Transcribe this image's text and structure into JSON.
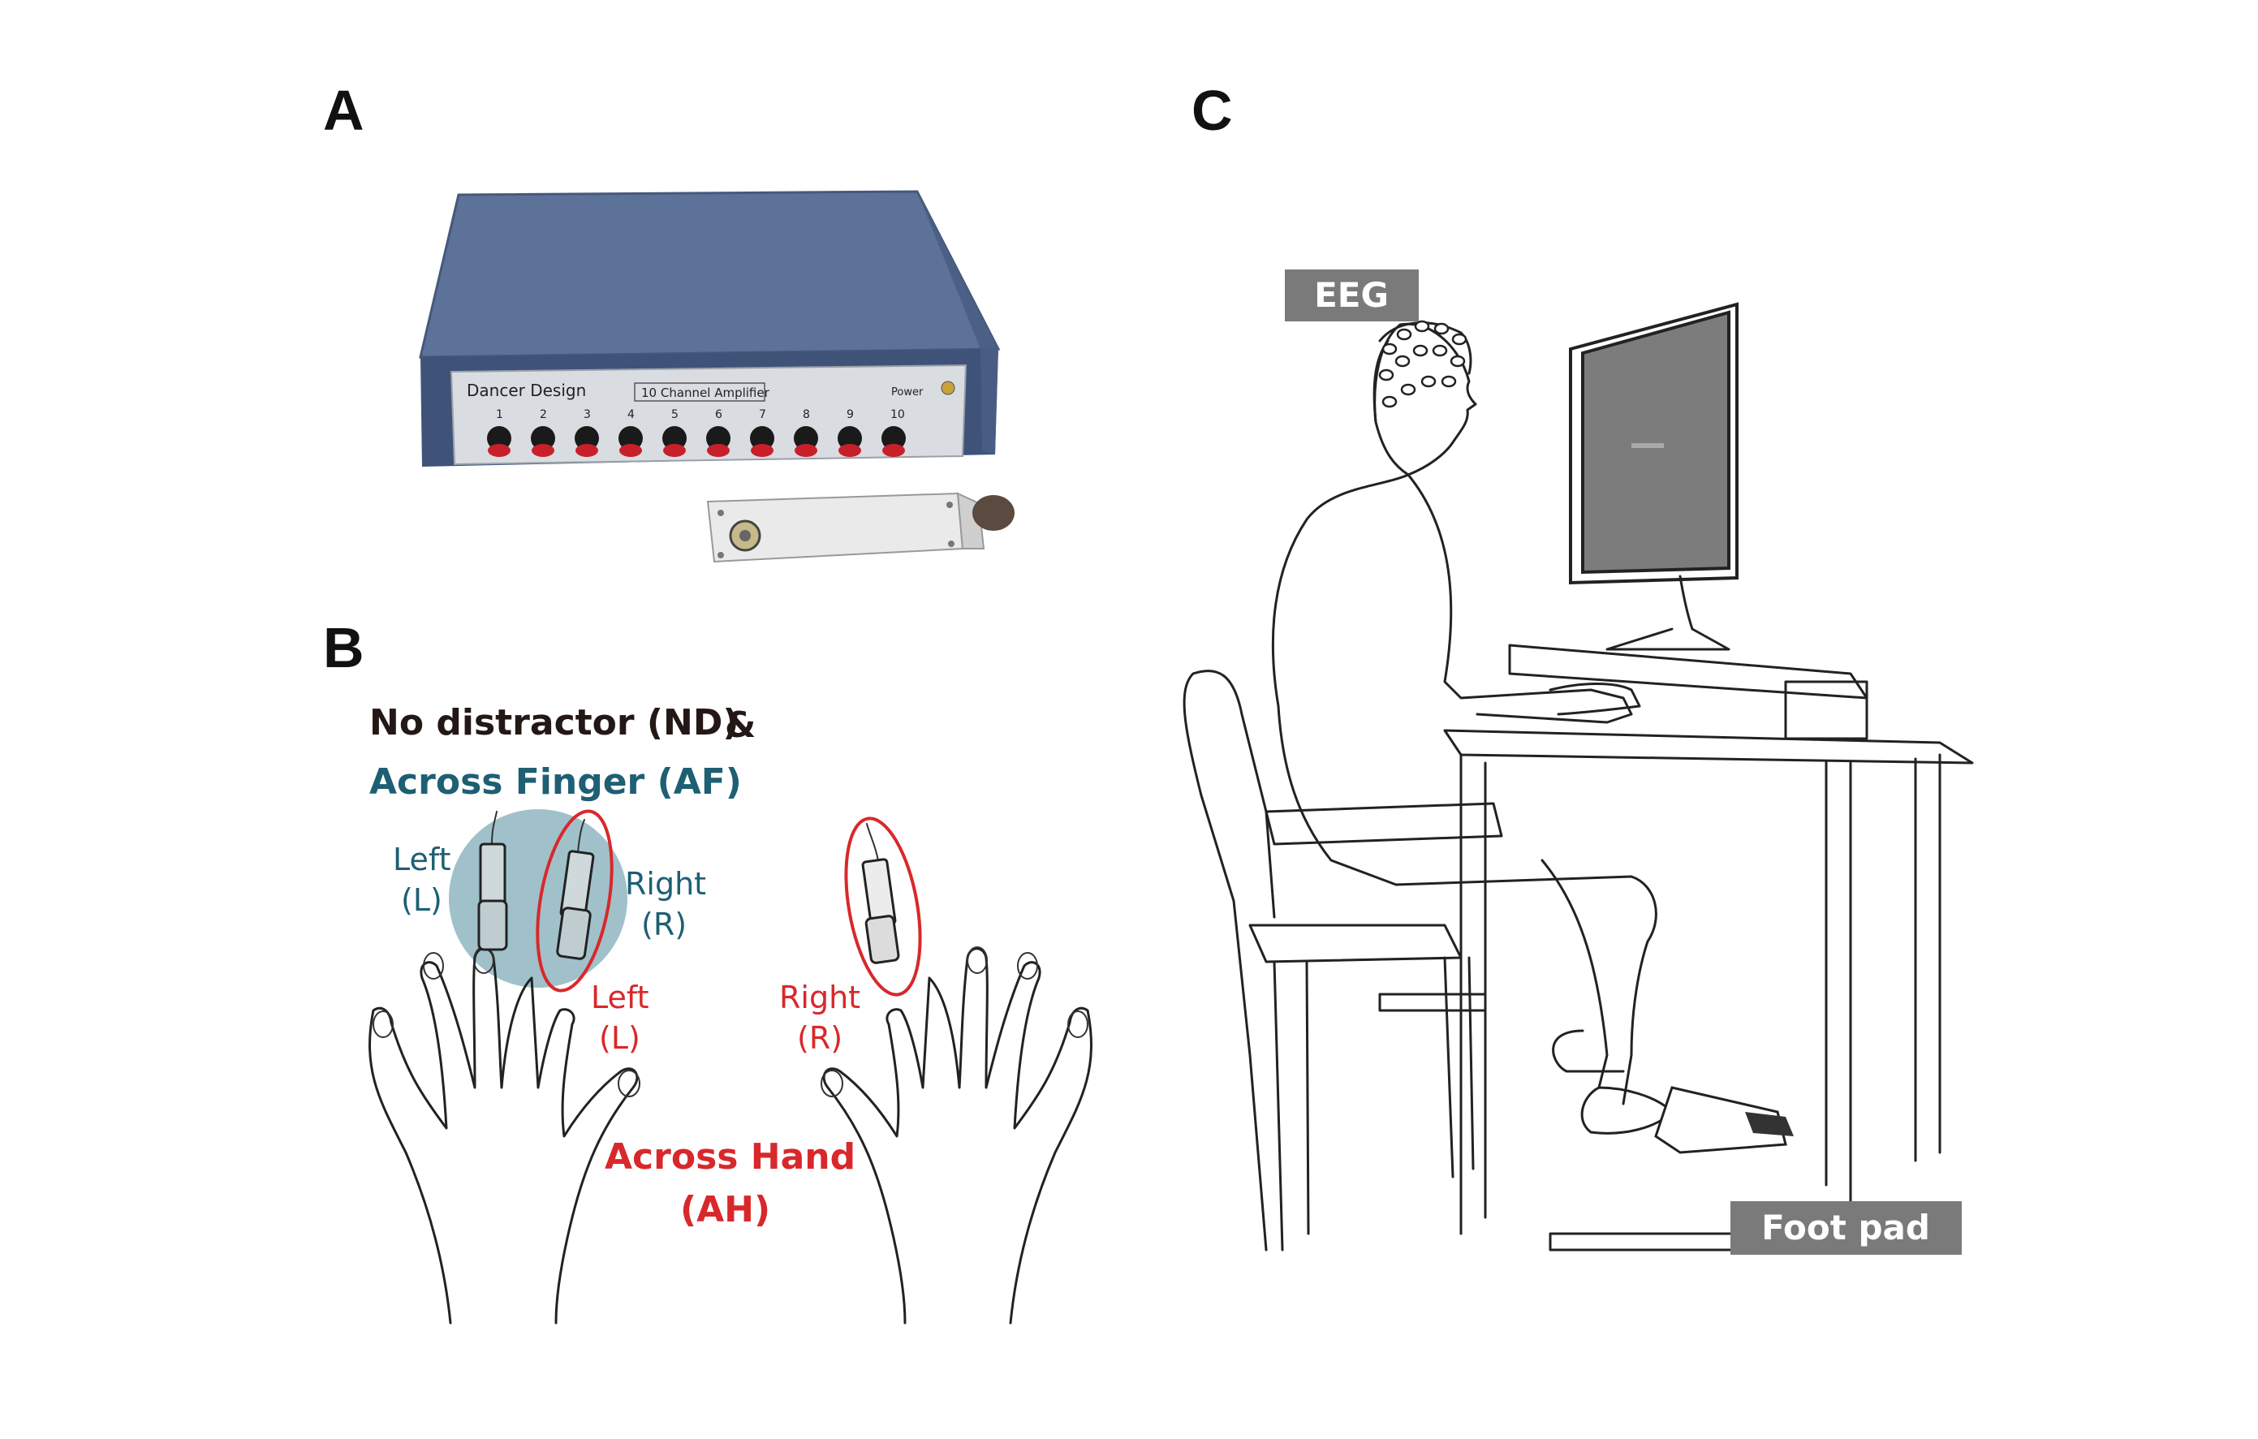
{
  "panels": {
    "a": "A",
    "b": "B",
    "c": "C"
  },
  "device": {
    "brand": "Dancer Design",
    "model": "10 Channel Amplifier",
    "power": "Power",
    "channels": [
      "1",
      "2",
      "3",
      "4",
      "5",
      "6",
      "7",
      "8",
      "9",
      "10"
    ]
  },
  "conditions": {
    "no_distractor": "No distractor (ND)",
    "ampersand": "&",
    "across_finger": "Across Finger (AF)",
    "across_hand_line1": "Across Hand",
    "across_hand_line2": "(AH)"
  },
  "finger_labels": {
    "af_left": "Left",
    "af_left_abbr": "(L)",
    "af_right": "Right",
    "af_right_abbr": "(R)",
    "ah_left": "Left",
    "ah_left_abbr": "(L)",
    "ah_right": "Right",
    "ah_right_abbr": "(R)"
  },
  "setup_tags": {
    "eeg": "EEG",
    "foot_pad": "Foot pad"
  },
  "colors": {
    "teal": "#1e5f74",
    "teal_fill": "#8fb6c1",
    "red": "#d8282b",
    "tag_gray": "#7a7a7a",
    "device_blue": "#5a6f97"
  }
}
